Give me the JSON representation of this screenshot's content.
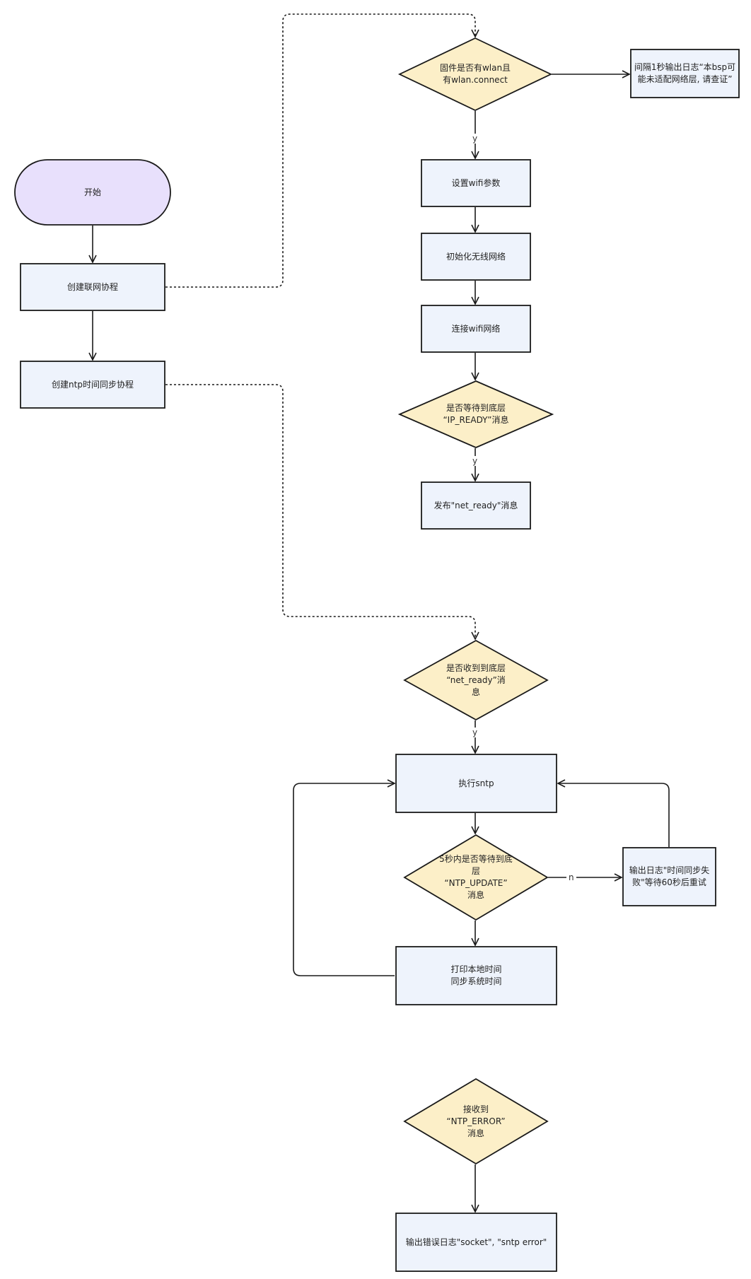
{
  "colors": {
    "stroke": "#1a1a1a",
    "process_fill": "#eef3fc",
    "decision_fill": "#fcefc8",
    "start_fill": "#e8e0fc",
    "background": "#ffffff"
  },
  "nodes": {
    "start": {
      "lines": [
        "开始"
      ]
    },
    "create_net": {
      "lines": [
        "创建联网协程"
      ]
    },
    "create_ntp": {
      "lines": [
        "创建ntp时间同步协程"
      ]
    },
    "check_wlan": {
      "lines": [
        "固件是否有wlan且",
        "有wlan.connect"
      ]
    },
    "log_bsp": {
      "lines": [
        "间隔1秒输出日志“本bsp可",
        "能未适配网络层, 请查证”"
      ]
    },
    "set_wifi": {
      "lines": [
        "设置wifi参数"
      ]
    },
    "init_wifi": {
      "lines": [
        "初始化无线网络"
      ]
    },
    "connect_wifi": {
      "lines": [
        "连接wifi网络"
      ]
    },
    "wait_ip": {
      "lines": [
        "是否等待到底层",
        "“IP_READY”消息"
      ]
    },
    "publish_ready": {
      "lines": [
        "发布\"net_ready\"消息"
      ]
    },
    "recv_ready": {
      "lines": [
        "是否收到到底层",
        "“net_ready”消",
        "息"
      ]
    },
    "exec_sntp": {
      "lines": [
        "执行sntp"
      ]
    },
    "wait_ntp": {
      "lines": [
        "5秒内是否等待到底",
        "层",
        "“NTP_UPDATE”",
        "消息"
      ]
    },
    "log_fail": {
      "lines": [
        "输出日志\"时间同步失",
        "败\"等待60秒后重试"
      ]
    },
    "print_time": {
      "lines": [
        "打印本地时间",
        "同步系统时间"
      ]
    },
    "recv_error": {
      "lines": [
        "接收到",
        "“NTP_ERROR”",
        "消息"
      ]
    },
    "log_error": {
      "lines": [
        "输出错误日志\"socket\", \"sntp error\""
      ]
    }
  },
  "edge_labels": {
    "wlan_yes": "y",
    "ip_yes": "y",
    "ready_yes": "y",
    "ntp_no": "n"
  }
}
